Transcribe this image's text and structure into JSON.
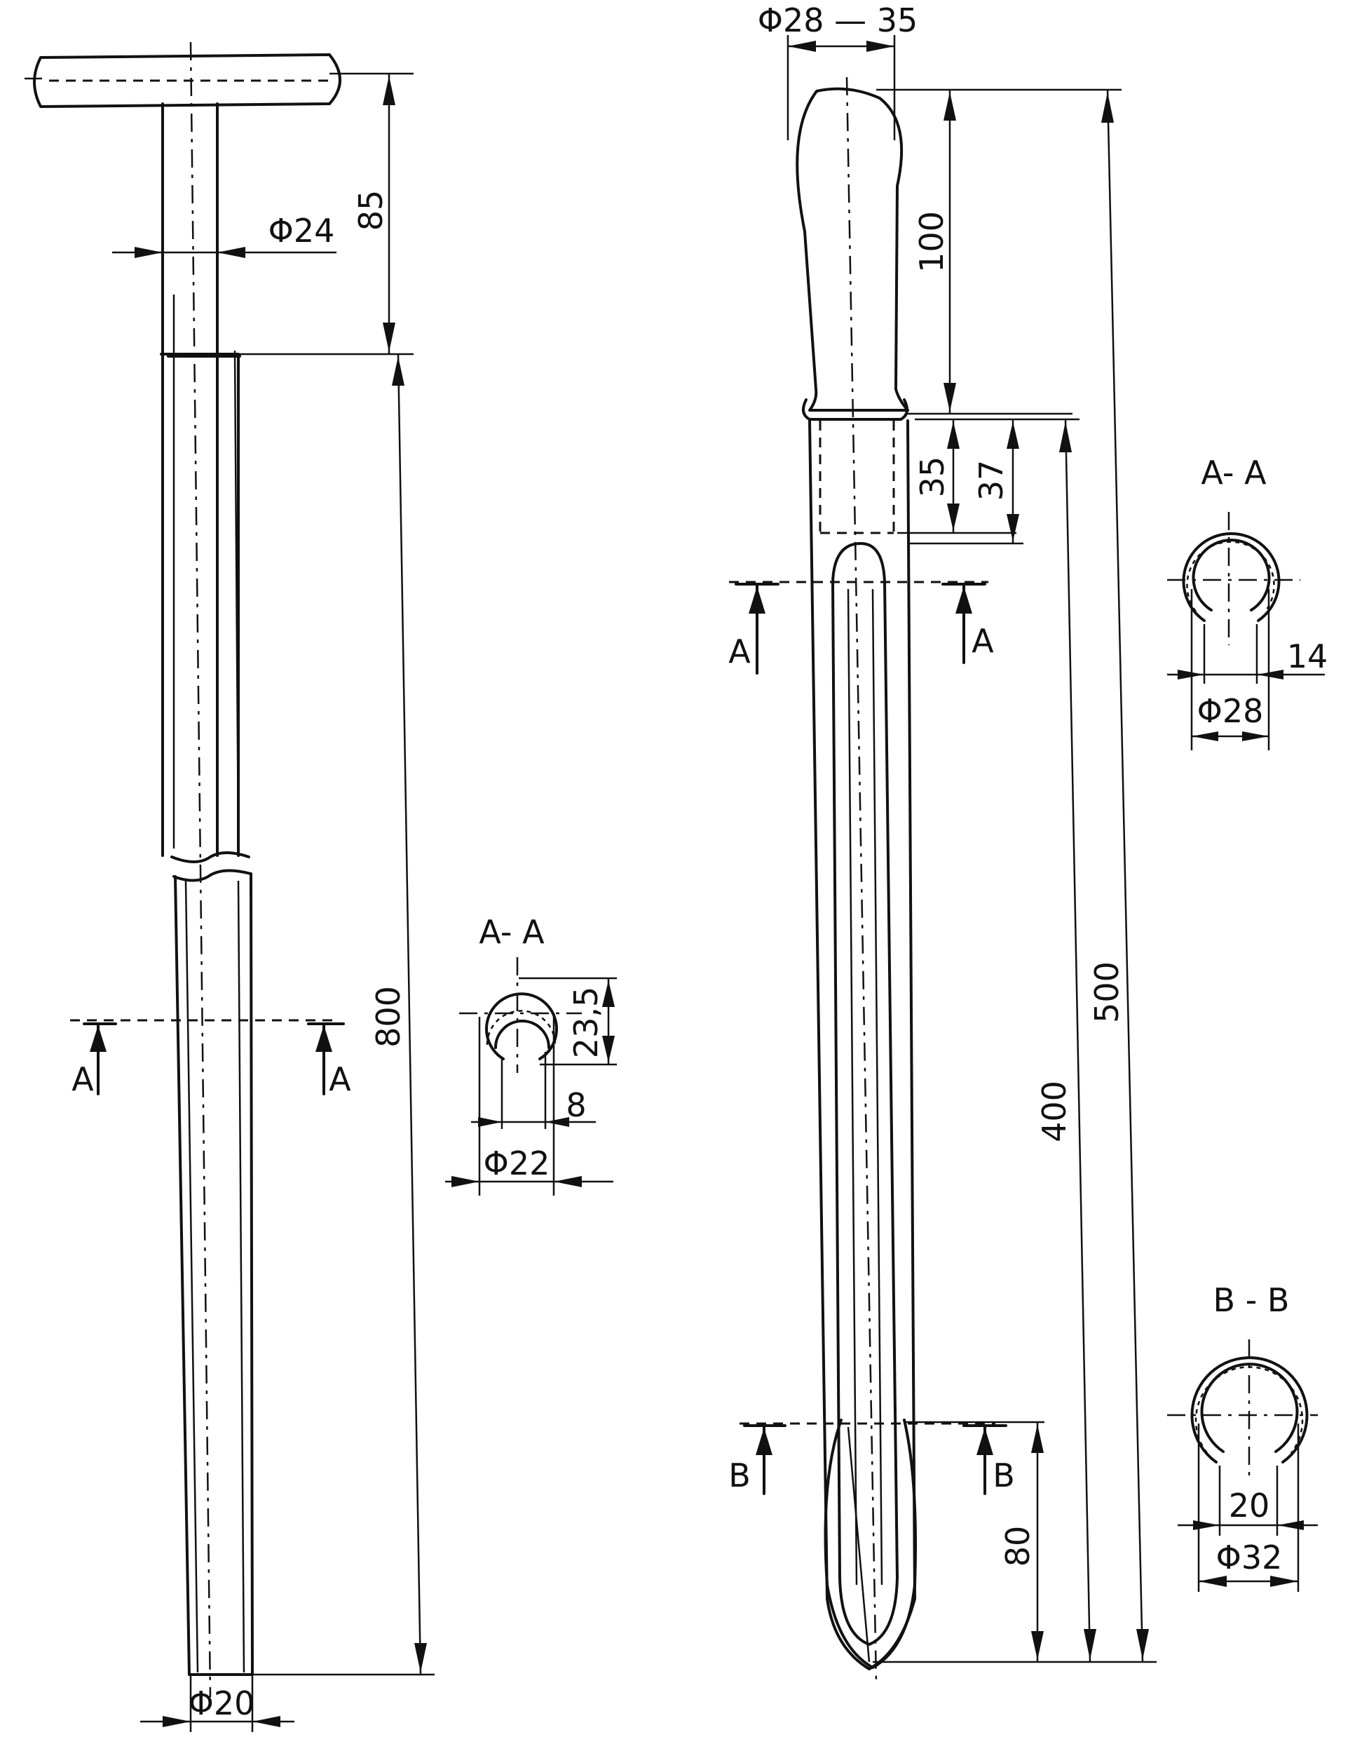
{
  "left_tool": {
    "dims": {
      "handle_height": "85",
      "handle_dia": "Φ24",
      "shaft_length": "800",
      "shaft_dia": "Φ20"
    },
    "section": {
      "title": "A- A",
      "height": "23,5",
      "slot": "8",
      "dia": "Φ22"
    },
    "cut_marks": {
      "left": "A",
      "right": "A"
    }
  },
  "right_tool": {
    "dims": {
      "top_dia": "Φ28 — 35",
      "handle_length": "100",
      "collar_35": "35",
      "collar_37": "37",
      "blade_length": "400",
      "total_length": "500",
      "tip_length": "80"
    },
    "section_a": {
      "title": "A- A",
      "slot": "14",
      "dia": "Φ28"
    },
    "section_b": {
      "title": "B - B",
      "slot": "20",
      "dia": "Φ32"
    },
    "cut_marks_a": {
      "left": "A",
      "right": "A"
    },
    "cut_marks_b": {
      "left": "B",
      "right": "B"
    }
  }
}
